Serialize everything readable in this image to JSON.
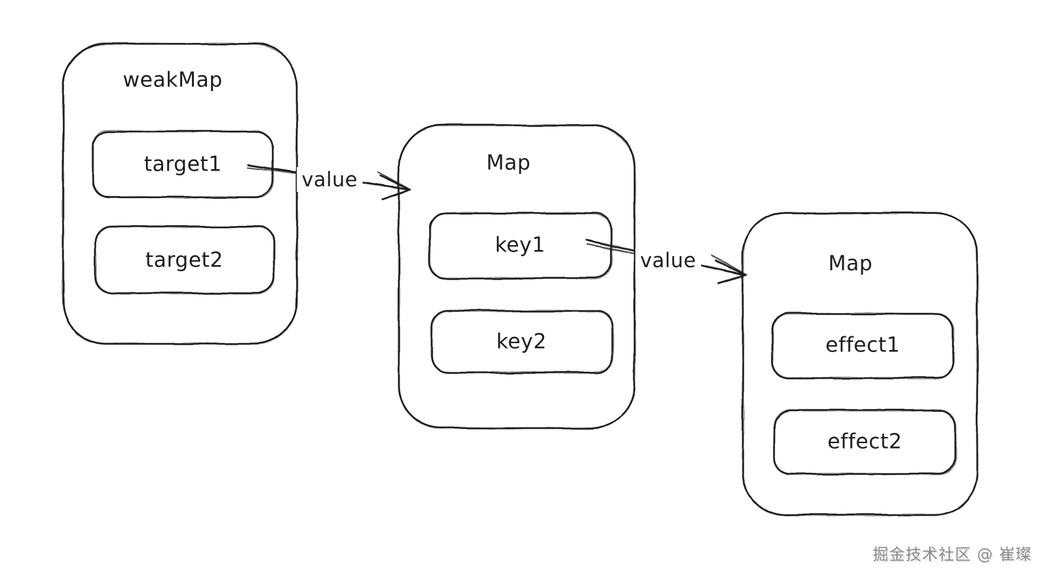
{
  "diagram": {
    "type": "hand-drawn-structure-diagram",
    "containers": [
      {
        "title": "weakMap",
        "items": [
          {
            "label": "target1"
          },
          {
            "label": "target2"
          }
        ]
      },
      {
        "title": "Map",
        "items": [
          {
            "label": "key1"
          },
          {
            "label": "key2"
          }
        ]
      },
      {
        "title": "Map",
        "items": [
          {
            "label": "effect1"
          },
          {
            "label": "effect2"
          }
        ]
      }
    ],
    "arrows": [
      {
        "label": "value",
        "from": "target1",
        "to": "Map(key1,key2)"
      },
      {
        "label": "value",
        "from": "key1",
        "to": "Map(effect1,effect2)"
      }
    ]
  },
  "watermark": {
    "text": "掘金技术社区 @ 崔璨"
  },
  "colors": {
    "stroke": "#1e1e1e",
    "background": "#ffffff",
    "watermark_gray": "#8a8a8a"
  }
}
